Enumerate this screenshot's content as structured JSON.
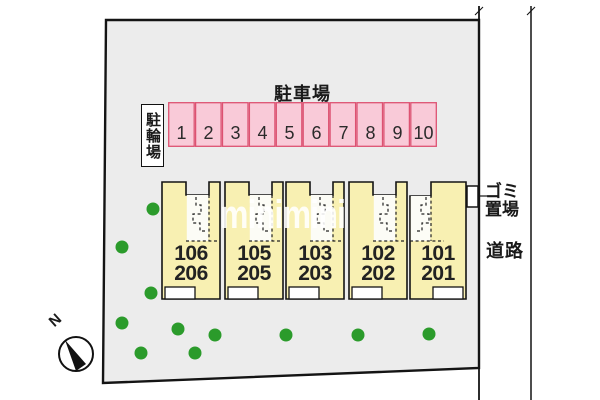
{
  "plan": {
    "parking": {
      "title": "駐車場",
      "spaces": [
        "1",
        "2",
        "3",
        "4",
        "5",
        "6",
        "7",
        "8",
        "9",
        "10"
      ]
    },
    "bicycle_label": "駐輪場",
    "buildings": {
      "units": [
        {
          "upper": "106",
          "lower": "206"
        },
        {
          "upper": "105",
          "lower": "205"
        },
        {
          "upper": "103",
          "lower": "203"
        },
        {
          "upper": "102",
          "lower": "202"
        },
        {
          "upper": "101",
          "lower": "201"
        }
      ]
    },
    "garbage": {
      "line1": "ゴミ",
      "line2": "置場"
    },
    "road_label": "道路",
    "compass_label": "N",
    "watermark": "minimini",
    "colors": {
      "site_fill": "#ececec",
      "parking_fill": "#f9cad8",
      "parking_border": "#dd5272",
      "building_fill": "#f8f0b2",
      "tree_green": "#2b9b2b",
      "outline": "#141414"
    }
  }
}
